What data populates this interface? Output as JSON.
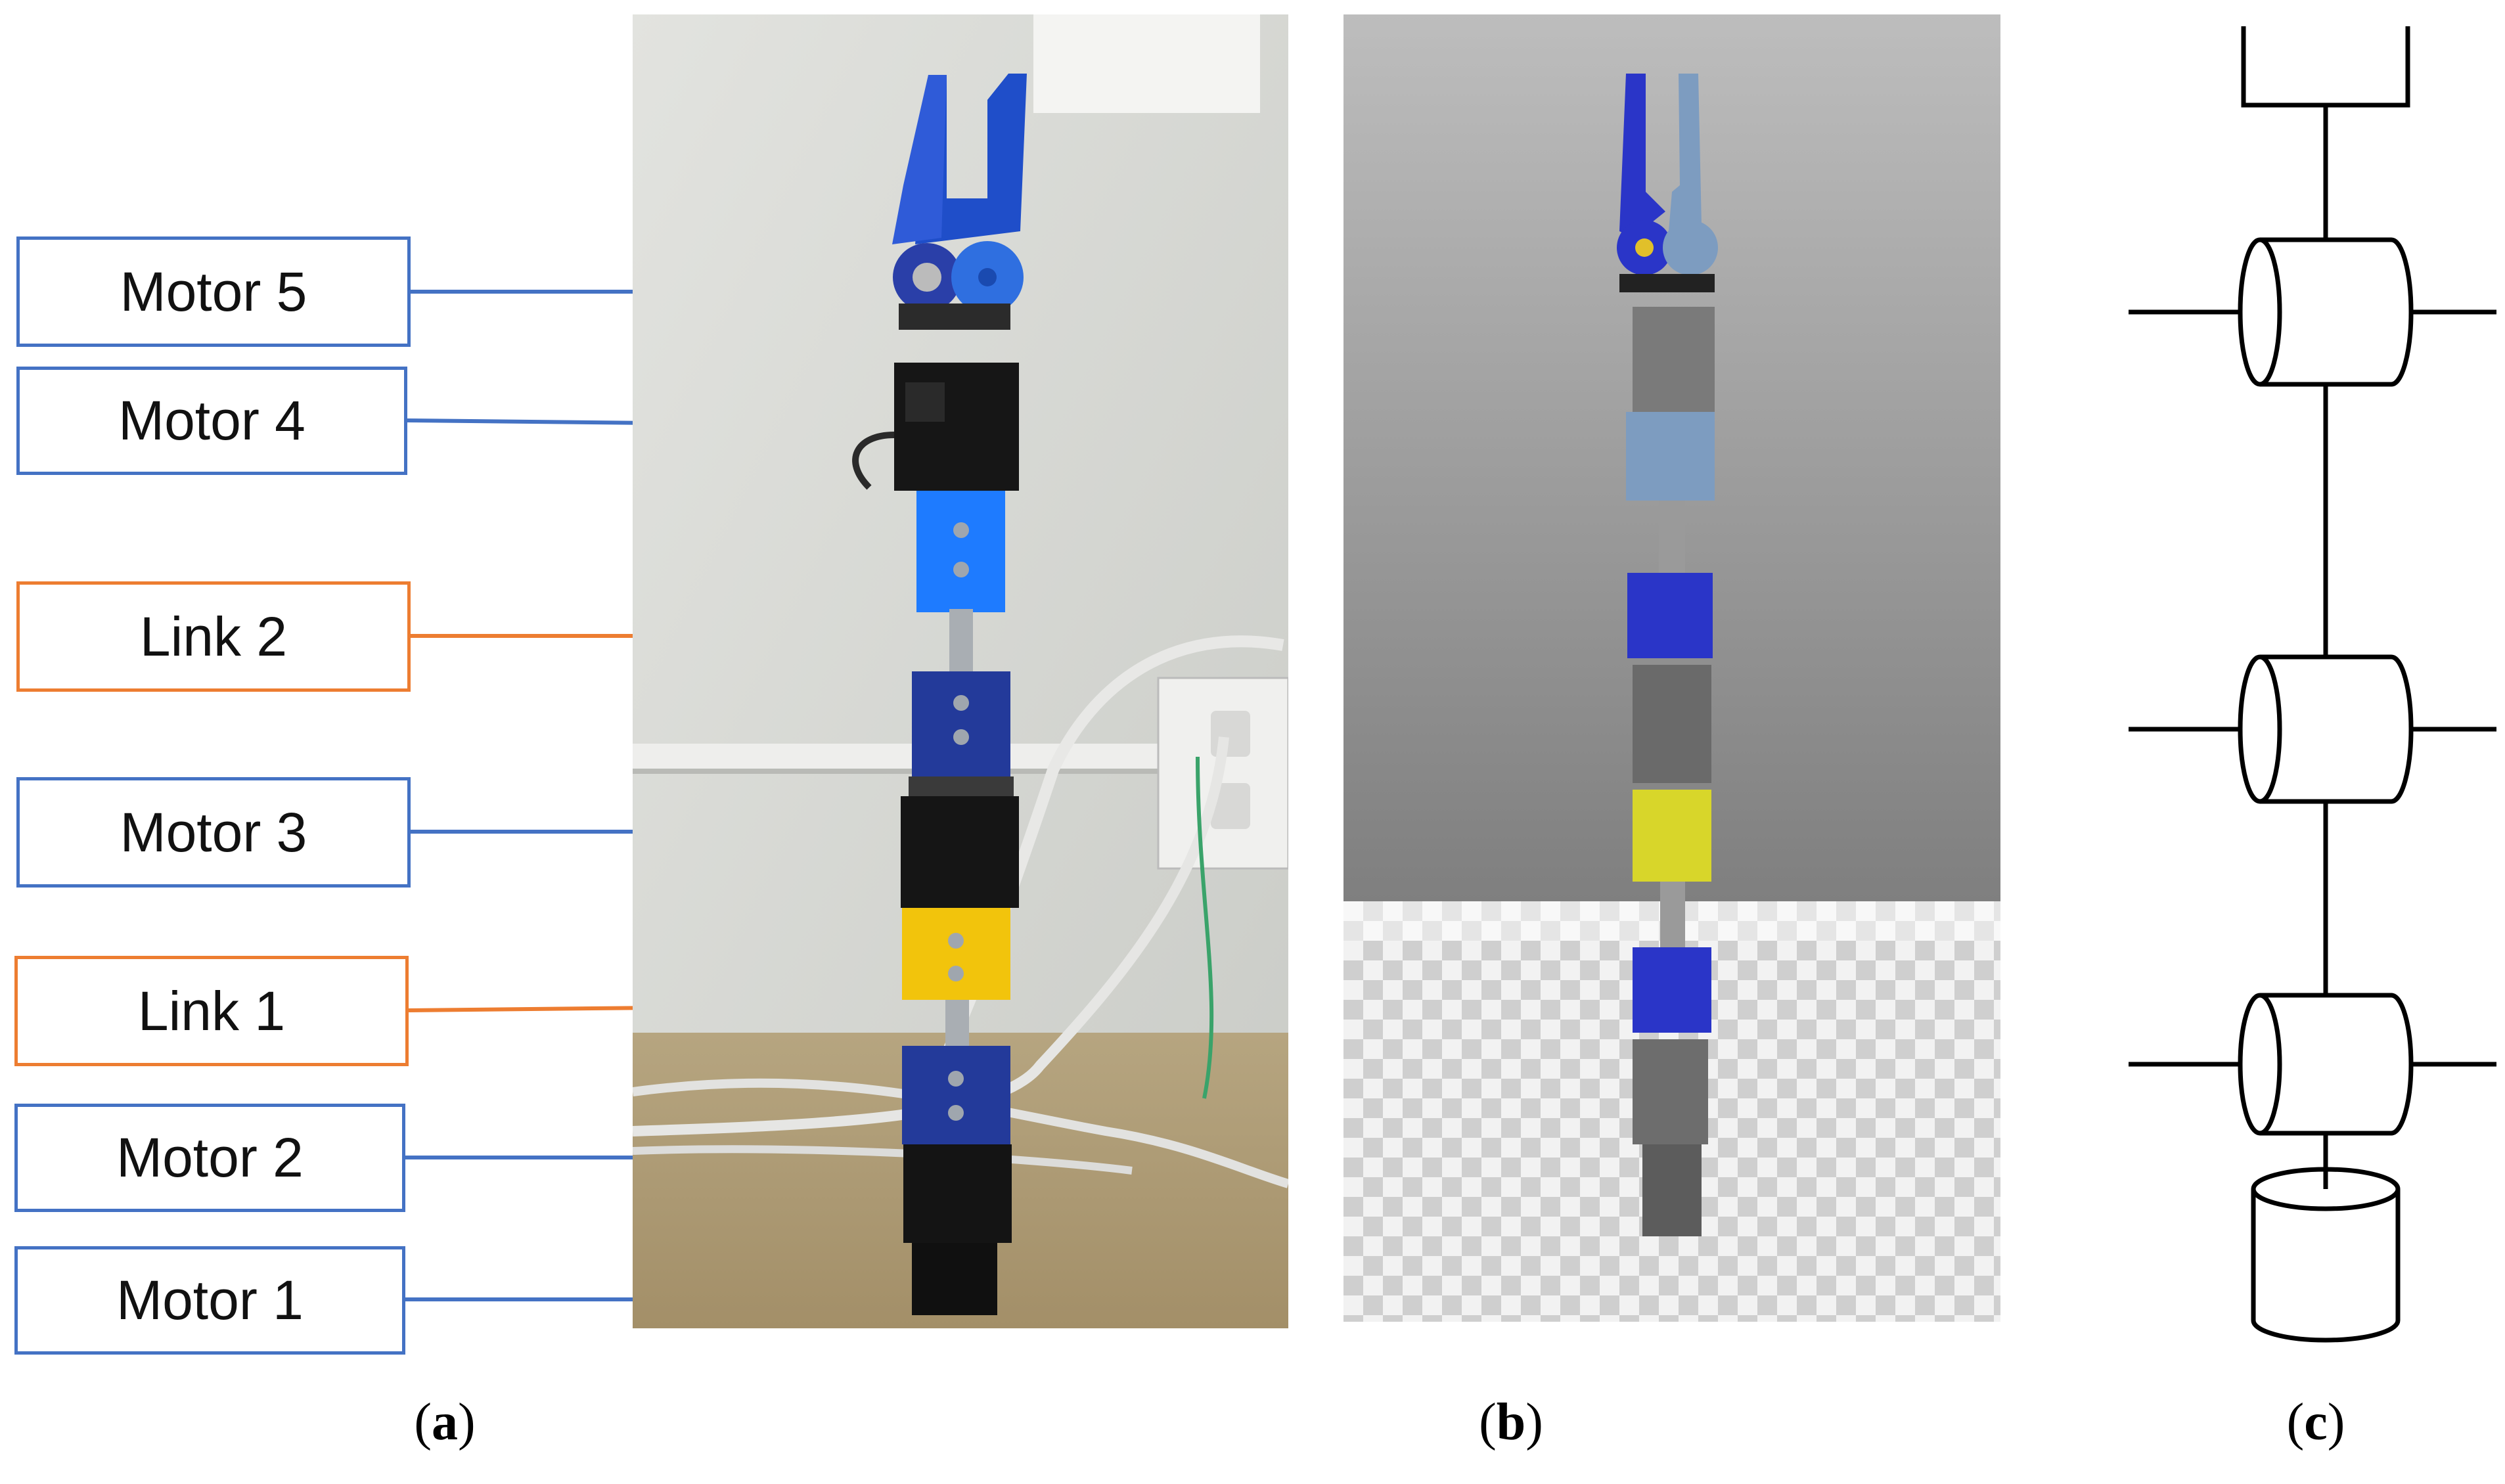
{
  "callouts": {
    "motor5": "Motor 5",
    "motor4": "Motor 4",
    "link2": "Link 2",
    "motor3": "Motor 3",
    "link1": "Link 1",
    "motor2": "Motor 2",
    "motor1": "Motor 1"
  },
  "panel_labels": {
    "a": "a",
    "b": "b",
    "c": "c"
  },
  "colors": {
    "motor_callout": "#4472c4",
    "link_callout": "#ed7d31",
    "robot_blue_light": "#1e7bff",
    "robot_blue_dark": "#233a9a",
    "robot_yellow": "#f2c40c",
    "sim_blue": "#2a35c8",
    "sim_steel": "#7d9cc0",
    "sim_yellow": "#d8d62a"
  }
}
